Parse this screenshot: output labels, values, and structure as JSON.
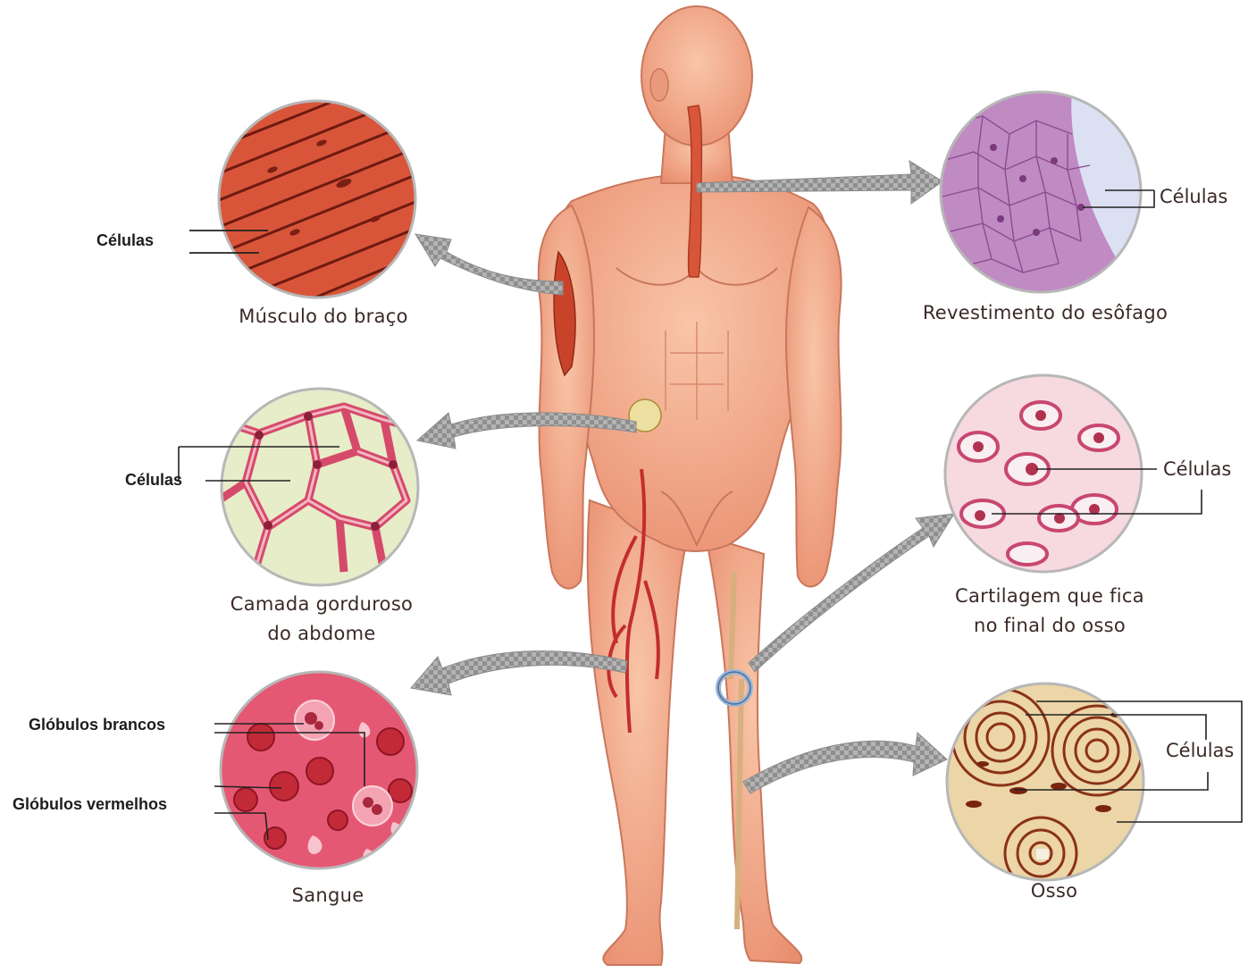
{
  "title_fragment": "",
  "panels": {
    "muscle": {
      "caption": "Músculo do braço",
      "callout": "Células"
    },
    "esophagus": {
      "caption": "Revestimento do esôfago",
      "callout": "Células"
    },
    "fat": {
      "caption_line1": "Camada gorduroso",
      "caption_line2": "do abdome",
      "callout": "Células"
    },
    "cartilage": {
      "caption_line1": "Cartilagem que fica",
      "caption_line2": "no final do osso",
      "callout": "Células"
    },
    "blood": {
      "caption": "Sangue",
      "callout_white": "Glóbulos brancos",
      "callout_red": "Glóbulos vermelhos"
    },
    "bone": {
      "caption": "Osso",
      "callout": "Células"
    }
  },
  "colors": {
    "skin": "#f2a98a",
    "muscle": "#d9553a",
    "esophagus": "#b67bb4",
    "fat": "#e7ecc9",
    "cartilage": "#f6d4dc",
    "blood": "#e55873",
    "bone": "#e9cfa0",
    "arrow": "#a9a9a9"
  }
}
